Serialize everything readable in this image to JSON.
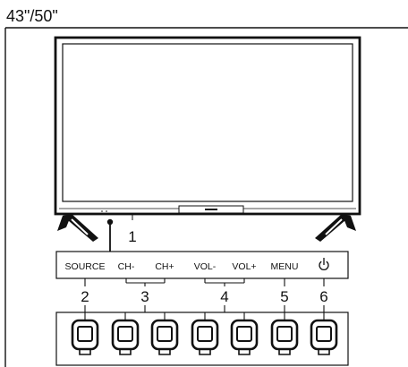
{
  "size_label": "43\"/50\"",
  "callouts": {
    "c1": "1",
    "c2": "2",
    "c3": "3",
    "c4": "4",
    "c5": "5",
    "c6": "6"
  },
  "buttons": {
    "source": "SOURCE",
    "ch_minus": "CH-",
    "ch_plus": "CH+",
    "vol_minus": "VOL-",
    "vol_plus": "VOL+",
    "menu": "MENU",
    "power_icon": "power-icon"
  },
  "colors": {
    "line": "#111111",
    "background": "#ffffff"
  }
}
